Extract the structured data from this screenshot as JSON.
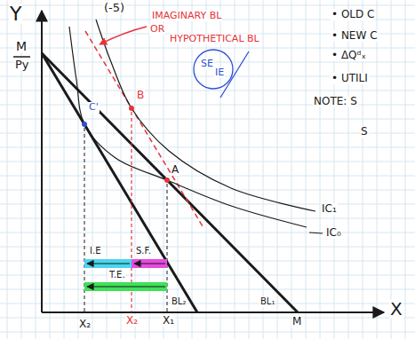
{
  "diagram": {
    "labels": [
      "Y",
      "M",
      "Py",
      "(-5)",
      "IMAGINARY BL",
      "OR",
      "HYPOTHETICAL BL",
      "SE",
      "IE",
      "• OLD C",
      "• NEW C",
      "• ΔQᵈₓ",
      "• UTILI",
      "NOTE: S",
      "S",
      "C'",
      "B",
      "A",
      "IC₁",
      "IC₀",
      "BL₂",
      "BL₁",
      "M",
      "X",
      "X₂",
      "X₂",
      "X₁",
      "I.E",
      "S.F.",
      "T.E."
    ]
  }
}
